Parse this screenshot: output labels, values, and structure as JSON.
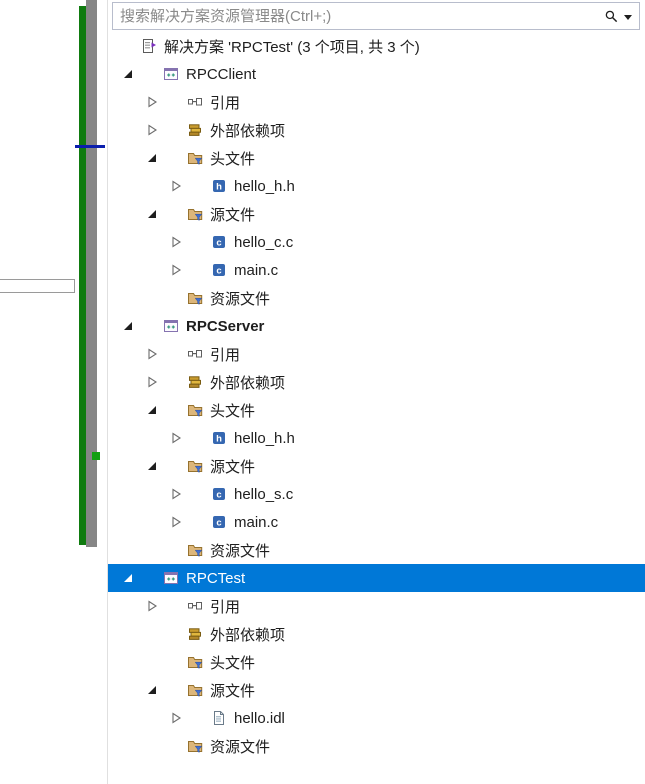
{
  "colors": {
    "selection": "#0078D7",
    "panel_border": "#e0e0e0",
    "search_border": "#b8bdcc",
    "placeholder": "#8a8a8a",
    "text": "#1e1e1e",
    "change_bar_green": "#0f7b0f",
    "scrollbar_gray": "#868686",
    "marker_blue": "#0b1fae",
    "marker_green": "#12a012",
    "folder_fill": "#dcb67a",
    "funnel_blue": "#3f6fd1",
    "file_badge_blue": "#3567b1"
  },
  "search": {
    "placeholder": "搜索解决方案资源管理器(Ctrl+;)",
    "icons": [
      "search-icon",
      "dropdown-caret-icon"
    ]
  },
  "tree": {
    "rows": [
      {
        "indent": 0,
        "exp": "none",
        "icon": "solution",
        "label": "解决方案 'RPCTest' (3 个项目, 共 3 个)",
        "compact": true
      },
      {
        "indent": 0,
        "exp": "expanded",
        "icon": "project",
        "label": "RPCClient"
      },
      {
        "indent": 1,
        "exp": "collapsed",
        "icon": "references",
        "label": "引用"
      },
      {
        "indent": 1,
        "exp": "collapsed",
        "icon": "deps",
        "label": "外部依赖项"
      },
      {
        "indent": 1,
        "exp": "expanded",
        "icon": "folder-filter",
        "label": "头文件"
      },
      {
        "indent": 2,
        "exp": "collapsed",
        "icon": "file-h",
        "label": "hello_h.h"
      },
      {
        "indent": 1,
        "exp": "expanded",
        "icon": "folder-filter",
        "label": "源文件"
      },
      {
        "indent": 2,
        "exp": "collapsed",
        "icon": "file-c",
        "label": "hello_c.c"
      },
      {
        "indent": 2,
        "exp": "collapsed",
        "icon": "file-c",
        "label": "main.c"
      },
      {
        "indent": 1,
        "exp": "none",
        "icon": "folder-filter",
        "label": "资源文件"
      },
      {
        "indent": 0,
        "exp": "expanded",
        "icon": "project",
        "label": "RPCServer",
        "bold": true
      },
      {
        "indent": 1,
        "exp": "collapsed",
        "icon": "references",
        "label": "引用"
      },
      {
        "indent": 1,
        "exp": "collapsed",
        "icon": "deps",
        "label": "外部依赖项"
      },
      {
        "indent": 1,
        "exp": "expanded",
        "icon": "folder-filter",
        "label": "头文件"
      },
      {
        "indent": 2,
        "exp": "collapsed",
        "icon": "file-h",
        "label": "hello_h.h"
      },
      {
        "indent": 1,
        "exp": "expanded",
        "icon": "folder-filter",
        "label": "源文件"
      },
      {
        "indent": 2,
        "exp": "collapsed",
        "icon": "file-c",
        "label": "hello_s.c"
      },
      {
        "indent": 2,
        "exp": "collapsed",
        "icon": "file-c",
        "label": "main.c"
      },
      {
        "indent": 1,
        "exp": "none",
        "icon": "folder-filter",
        "label": "资源文件"
      },
      {
        "indent": 0,
        "exp": "expanded",
        "icon": "project",
        "label": "RPCTest",
        "selected": true
      },
      {
        "indent": 1,
        "exp": "collapsed",
        "icon": "references",
        "label": "引用"
      },
      {
        "indent": 1,
        "exp": "none",
        "icon": "deps",
        "label": "外部依赖项"
      },
      {
        "indent": 1,
        "exp": "none",
        "icon": "folder-filter",
        "label": "头文件"
      },
      {
        "indent": 1,
        "exp": "expanded",
        "icon": "folder-filter",
        "label": "源文件"
      },
      {
        "indent": 2,
        "exp": "collapsed",
        "icon": "file-idl",
        "label": "hello.idl"
      },
      {
        "indent": 1,
        "exp": "none",
        "icon": "folder-filter",
        "label": "资源文件"
      }
    ]
  }
}
